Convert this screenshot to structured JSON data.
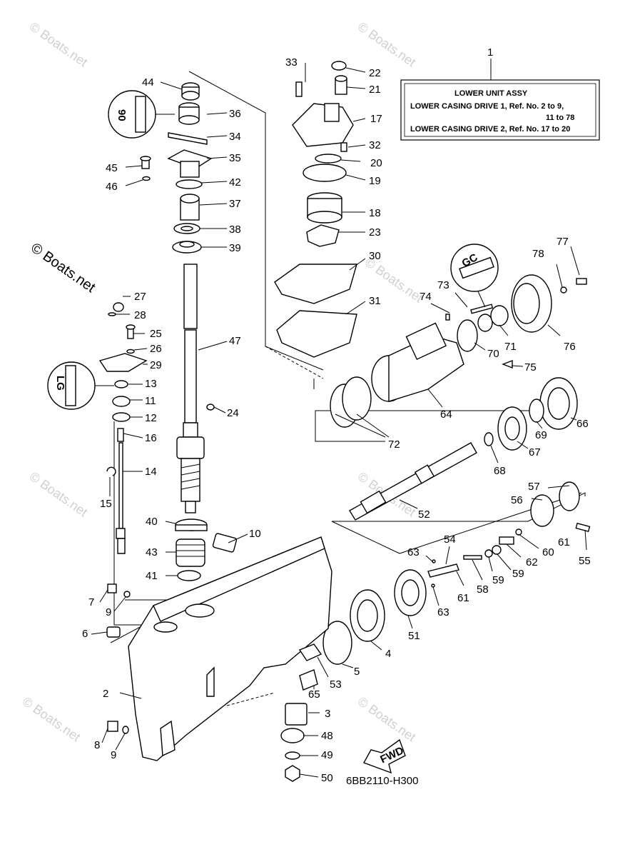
{
  "watermark": "© Boats.net",
  "callout": {
    "number": "1",
    "title": "LOWER UNIT ASSY",
    "line1": "LOWER CASING DRIVE 1,  Ref. No. 2 to 9,",
    "line2": "11 to 78",
    "line3": "LOWER CASING DRIVE 2,  Ref. No. 17 to 20"
  },
  "diagram_code": "6BB2110-H300",
  "fwd_label": "FWD",
  "tool_marks": [
    "90",
    "GC",
    "LG"
  ],
  "parts": [
    "2",
    "3",
    "4",
    "5",
    "6",
    "7",
    "8",
    "9",
    "9",
    "10",
    "11",
    "12",
    "13",
    "14",
    "15",
    "16",
    "17",
    "18",
    "19",
    "20",
    "21",
    "22",
    "23",
    "24",
    "25",
    "26",
    "27",
    "28",
    "29",
    "30",
    "31",
    "32",
    "33",
    "34",
    "35",
    "36",
    "37",
    "38",
    "39",
    "40",
    "41",
    "42",
    "43",
    "44",
    "45",
    "46",
    "47",
    "48",
    "49",
    "50",
    "51",
    "52",
    "53",
    "54",
    "55",
    "56",
    "57",
    "58",
    "59",
    "59",
    "60",
    "61",
    "61",
    "62",
    "63",
    "63",
    "64",
    "65",
    "66",
    "67",
    "68",
    "69",
    "70",
    "71",
    "72",
    "73",
    "74",
    "75",
    "76",
    "77",
    "78"
  ]
}
